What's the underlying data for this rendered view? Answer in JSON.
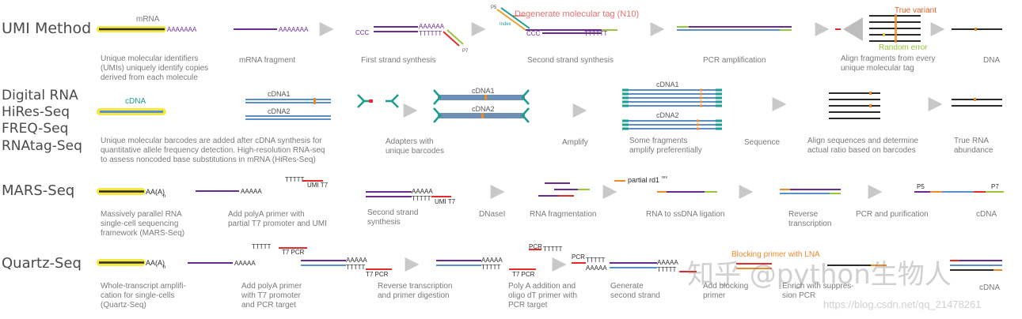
{
  "rows": {
    "umi": {
      "title": "UMI Method",
      "mrna_label": "mRNA",
      "polya": "AAAAAAA",
      "steps": [
        "Unique molecular identifiers",
        "(UMIs) uniquely identify copies",
        "derived from each molecule"
      ],
      "fragment": "mRNA fragment",
      "first_strand": "First strand synthesis",
      "second_strand": "Second strand synthesis",
      "pcr": "PCR amplification",
      "align": [
        "Align fragments from every",
        "unique molecular tag"
      ],
      "dna": "DNA",
      "ccc": "CCC",
      "a6": "AAAAAA",
      "t6": "TTTTTT",
      "p5": "P5",
      "p7": "P7",
      "index": "Index",
      "tag_label": "Degenerate molecular tag (N10)",
      "true_variant": "True variant",
      "random_error": "Random error"
    },
    "digital": {
      "title_lines": [
        "Digital RNA",
        "HiRes-Seq",
        "FREQ-Seq",
        "RNAtag-Seq"
      ],
      "cdna": "cDNA",
      "cdna1": "cDNA1",
      "cdna2": "cDNA2",
      "desc": [
        "Unique molecular barcodes are added after cDNA synthesis for",
        "quantitative allele frequency detection. High-resolution RNA-seq",
        "to assess noncoded base substitutions in mRNA (HiRes-Seq)"
      ],
      "adapters": [
        "Adapters with",
        "unique barcodes"
      ],
      "amplify": "Amplify",
      "some_frag": [
        "Some fragments",
        "amplify preferentially"
      ],
      "sequence": "Sequence",
      "align": [
        "Align sequences and determine",
        "actual ratio based on barcodes"
      ],
      "true_rna": [
        "True RNA",
        "abundance"
      ]
    },
    "mars": {
      "title": "MARS-Seq",
      "aa": "AA(A)",
      "n": "n",
      "a5": "AAAAA",
      "t5": "TTTTT",
      "umi_t7": "UMI T7",
      "desc": [
        "Massively parallel RNA",
        "single-cell sequencing",
        "framework (MARS-Seq)"
      ],
      "polya_primer": [
        "Add polyA primer with",
        "partial T7 promoter and UMI"
      ],
      "second": [
        "Second strand",
        "synthesis"
      ],
      "dnase": "DNaseI",
      "frag": "RNA fragmentation",
      "partial": "partial rd1",
      "rev": "rev",
      "ligation": "RNA to ssDNA ligation",
      "reverse": [
        "Reverse",
        "transcription"
      ],
      "pcr": "PCR and purification",
      "cdna": "cDNA",
      "p5": "P5",
      "p7": "P7"
    },
    "quartz": {
      "title": "Quartz-Seq",
      "aa": "AA(A)",
      "n": "n",
      "a5": "AAAAA",
      "t5": "TTTTT",
      "t7pcr": "T7  PCR",
      "pcr": "PCR",
      "desc": [
        "Whole-transcript amplifi-",
        "cation for single-cells",
        "(Quartz-Seq)"
      ],
      "primer": [
        "Add polyA primer",
        "with T7 promoter",
        "and PCR target"
      ],
      "rt": [
        "Reverse transcription",
        "and primer digestion"
      ],
      "polya": [
        "Poly A addition and",
        "oligo dT primer with",
        "PCR target"
      ],
      "generate": [
        "Generate",
        "second strand"
      ],
      "blocking_label": "Blocking primer with LNA",
      "add_blocking": [
        "Add blocking",
        "primer"
      ],
      "enrich": [
        "Enrich with suppres-",
        "sion PCR"
      ],
      "cdna": "cDNA"
    }
  },
  "watermark": {
    "zh": "知乎 @python生物人",
    "url": "https://blog.csdn.net/qq_21478261"
  },
  "colors": {
    "purple": "#6b2c91",
    "green": "#9ac63c",
    "red": "#e32b2b",
    "yellow": "#f5e840",
    "blue": "#5b8fc7",
    "teal": "#1a9c8f",
    "orange": "#ef8a2a",
    "gray_text": "#7a7a7a",
    "arrow": "#c8c8c8"
  }
}
